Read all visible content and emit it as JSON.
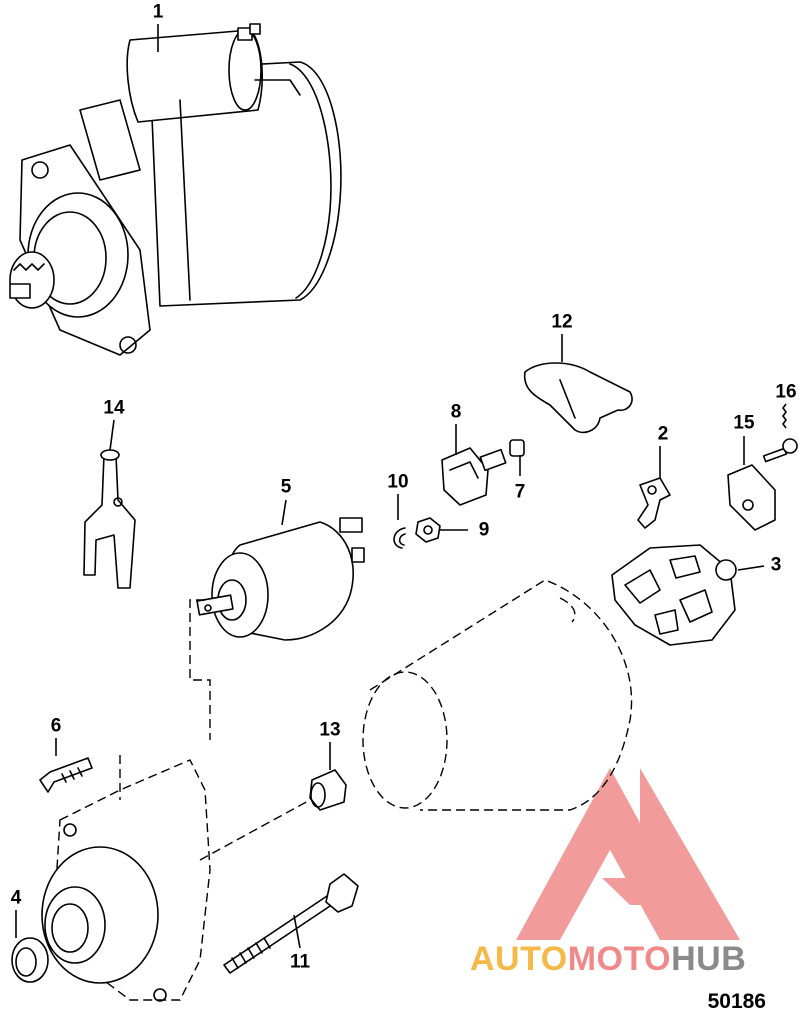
{
  "callouts": [
    {
      "id": "1",
      "text": "1"
    },
    {
      "id": "2",
      "text": "2"
    },
    {
      "id": "3",
      "text": "3"
    },
    {
      "id": "4",
      "text": "4"
    },
    {
      "id": "5",
      "text": "5"
    },
    {
      "id": "6",
      "text": "6"
    },
    {
      "id": "7",
      "text": "7"
    },
    {
      "id": "8",
      "text": "8"
    },
    {
      "id": "9",
      "text": "9"
    },
    {
      "id": "10",
      "text": "10"
    },
    {
      "id": "11",
      "text": "11"
    },
    {
      "id": "12",
      "text": "12"
    },
    {
      "id": "13",
      "text": "13"
    },
    {
      "id": "14",
      "text": "14"
    },
    {
      "id": "15",
      "text": "15"
    },
    {
      "id": "16",
      "text": "16"
    }
  ],
  "figure_number": "50186",
  "watermark": {
    "part1": "AUTO",
    "part2": "MOTO",
    "part3": "HUB",
    "colors": {
      "logo": "#f08a8a",
      "auto": "#f5b94a",
      "moto": "#f08a8a",
      "hub": "#8a8a8a"
    }
  }
}
